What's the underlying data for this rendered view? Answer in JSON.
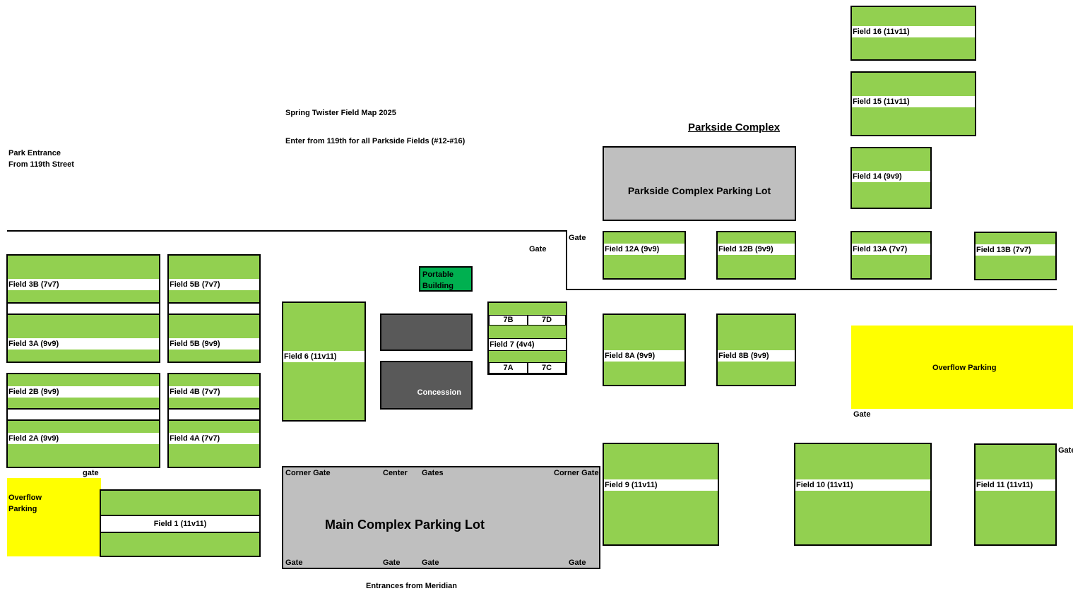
{
  "header": {
    "title": "Spring Twister Field Map 2025",
    "note": "Enter from 119th for all Parkside Fields (#12-#16)",
    "park_entrance_line1": "Park Entrance",
    "park_entrance_line2": "From 119th Street",
    "parkside_complex": "Parkside Complex"
  },
  "fields": {
    "f16": "Field 16 (11v11)",
    "f15": "Field 15 (11v11)",
    "f14": "Field 14 (9v9)",
    "f12a": "Field 12A (9v9)",
    "f12b": "Field 12B (9v9)",
    "f13a": "Field 13A (7v7)",
    "f13b": "Field 13B (7v7)",
    "f3b": "Field 3B (7v7)",
    "f3a": "Field 3A (9v9)",
    "f5b_top": "Field 5B (7v7)",
    "f5b_bottom": "Field 5B (9v9)",
    "f2b": "Field 2B (9v9)",
    "f2a": "Field 2A (9v9)",
    "f4b": "Field 4B (7v7)",
    "f4a": "Field 4A (7v7)",
    "f6": "Field 6 (11v11)",
    "f7": "Field 7 (4v4)",
    "f7b": "7B",
    "f7d": "7D",
    "f7a": "7A",
    "f7c": "7C",
    "f8a": "Field 8A (9v9)",
    "f8b": "Field 8B (9v9)",
    "f9": "Field 9 (11v11)",
    "f10": "Field 10 (11v11)",
    "f11": "Field 11 (11v11)",
    "f1": "Field 1 (11v11)"
  },
  "buildings": {
    "portable_line1": "Portable",
    "portable_line2": "Building",
    "concession": "Concession"
  },
  "parking": {
    "parkside_lot": "Parkside Complex Parking Lot",
    "main_lot": "Main Complex Parking Lot",
    "overflow_right": "Overflow Parking",
    "overflow_left_line1": "Overflow",
    "overflow_left_line2": "Parking"
  },
  "gates": {
    "gate": "Gate",
    "gate_lower": "gate",
    "corner_gate": "Corner Gate",
    "center": "Center",
    "gates": "Gates"
  },
  "footer": {
    "entrances": "Entrances from Meridian"
  },
  "colors": {
    "field_green": "#92d050",
    "portable_green": "#00b050",
    "parking_gray": "#bfbfbf",
    "concession_gray": "#595959",
    "overflow_yellow": "#ffff00"
  }
}
